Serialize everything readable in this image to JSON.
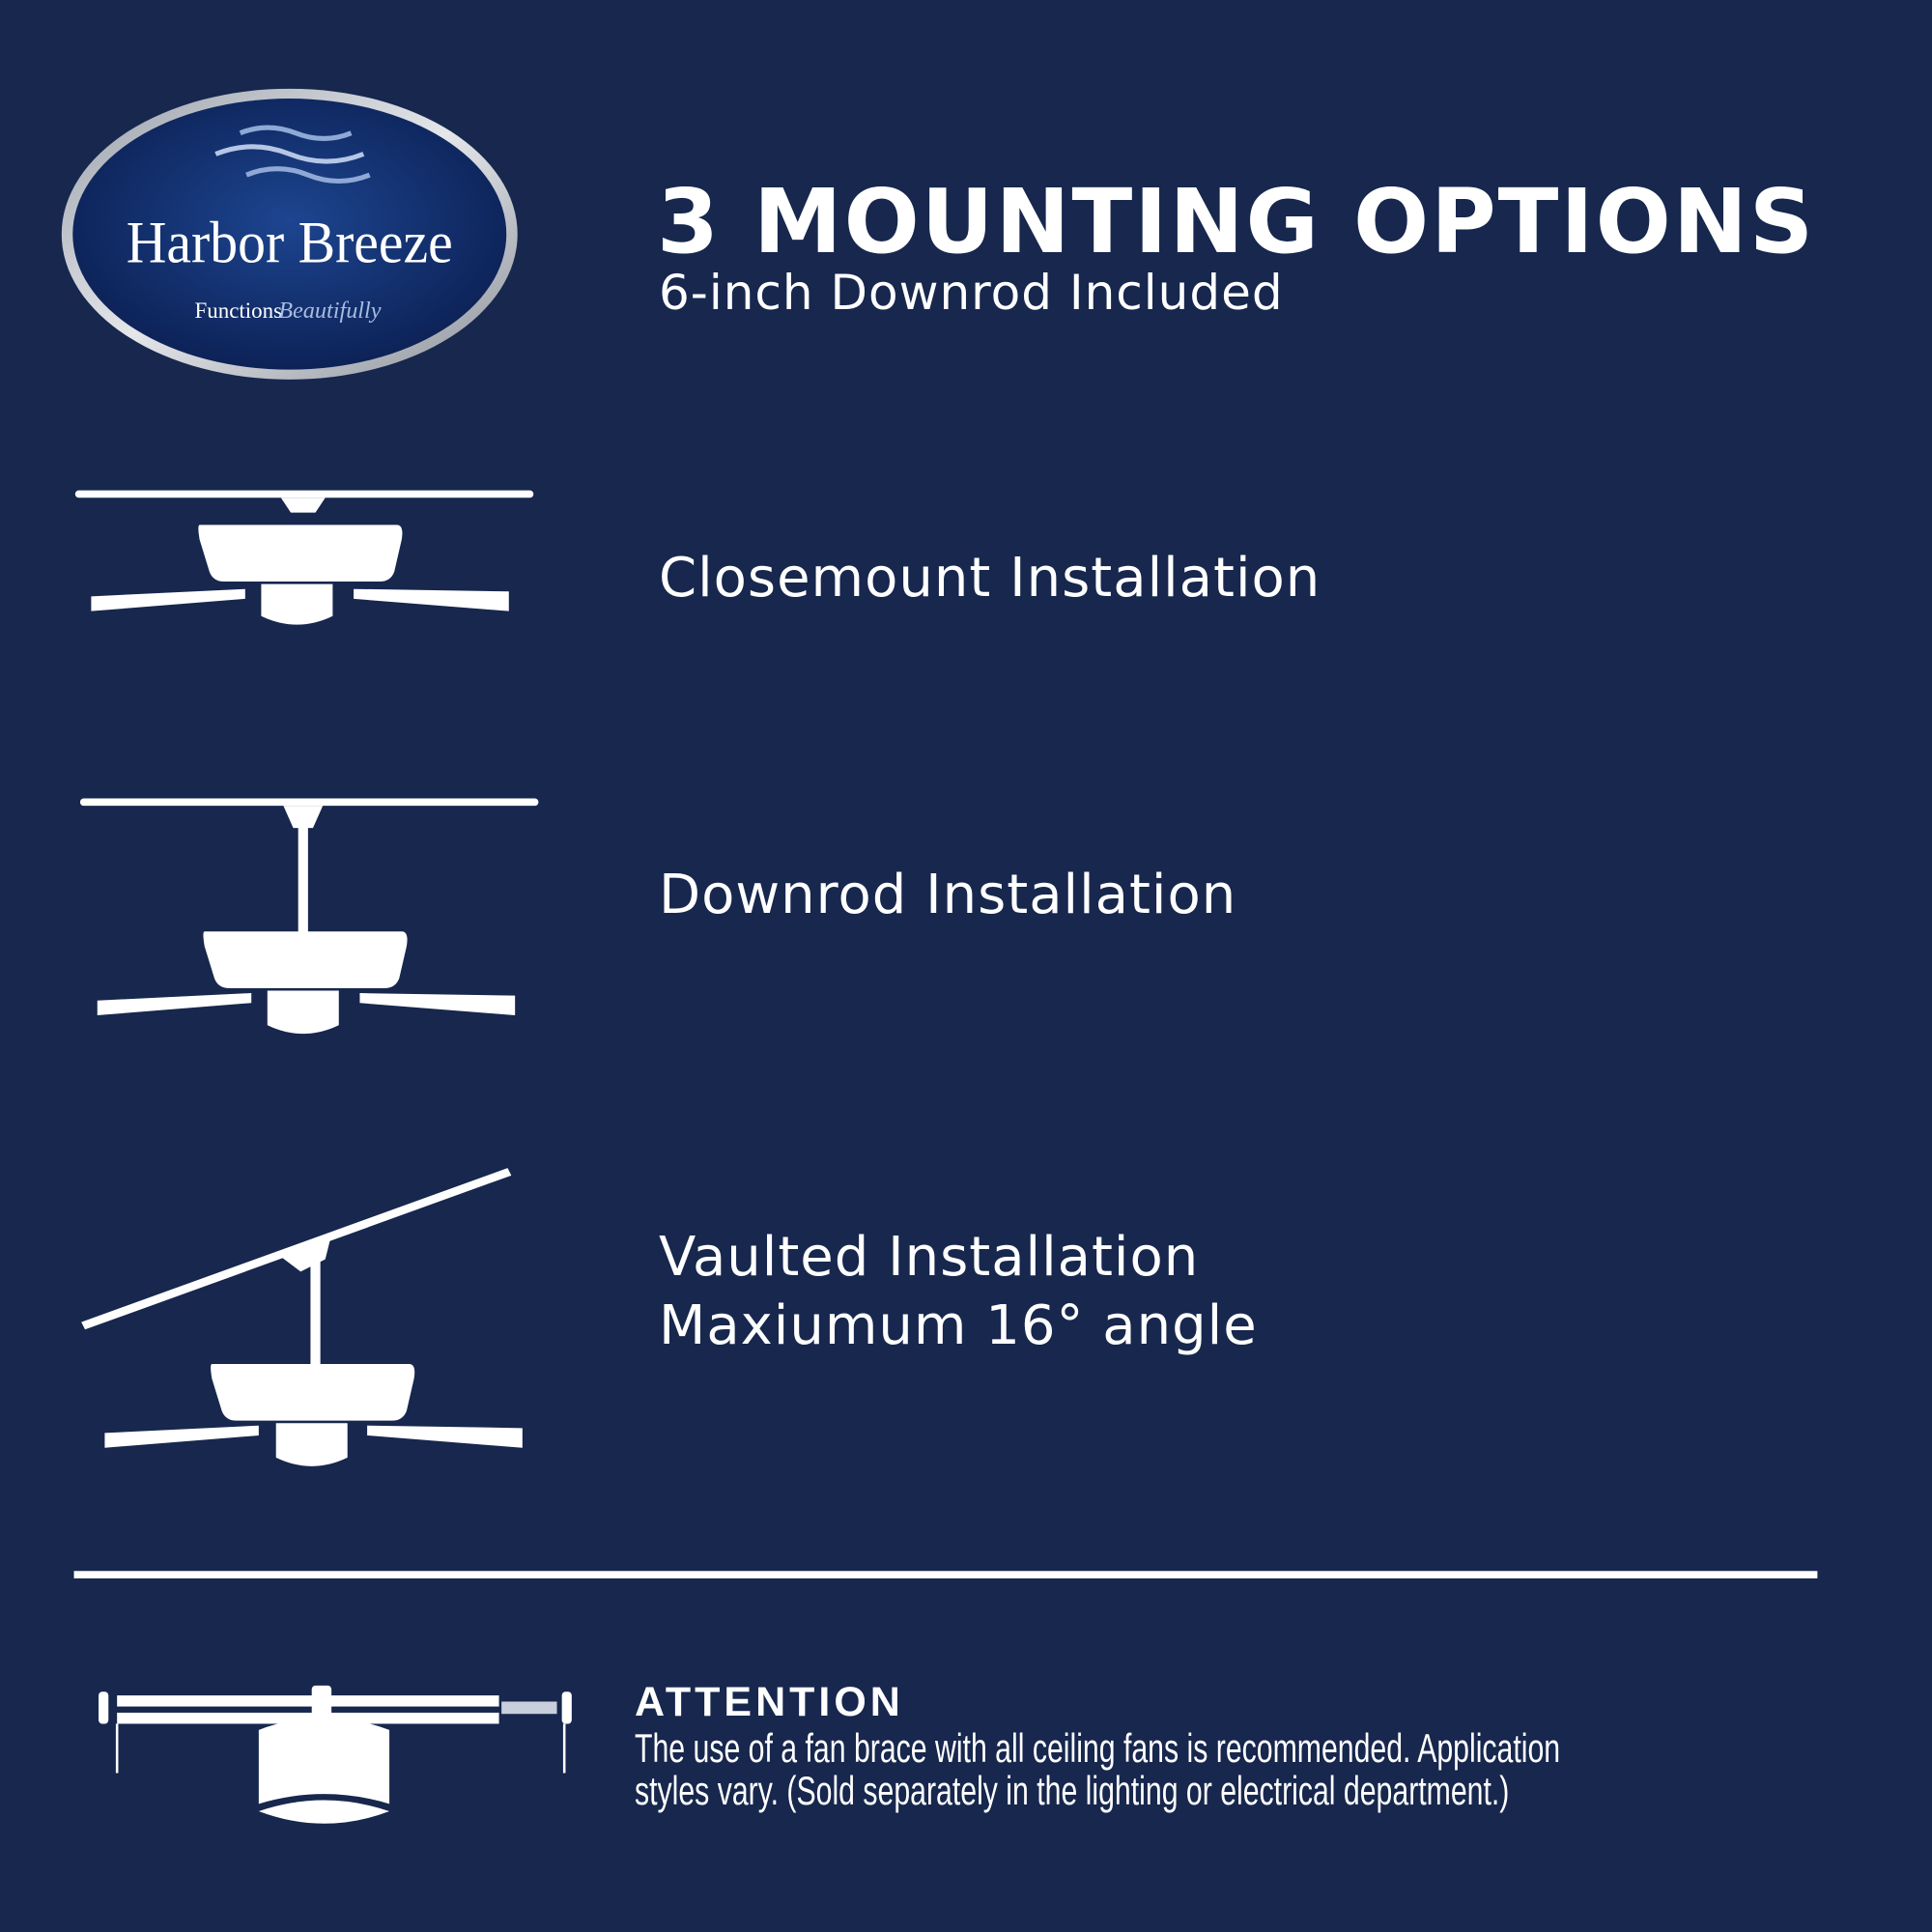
{
  "logo": {
    "brand": "Harbor Breeze",
    "tagline_1": "Functions",
    "tagline_2": "Beautifully"
  },
  "header": {
    "title": "3 MOUNTING OPTIONS",
    "subtitle": "6-inch Downrod Included"
  },
  "options": [
    {
      "label": "Closemount Installation",
      "icon": "closemount-fan-icon"
    },
    {
      "label": "Downrod Installation",
      "icon": "downrod-fan-icon"
    },
    {
      "label": "Vaulted Installation",
      "label_2": "Maxiumum 16° angle",
      "icon": "vaulted-fan-icon"
    }
  ],
  "attention": {
    "heading": "ATTENTION",
    "line_1": "The use of a fan brace with all ceiling fans is recommended. Application",
    "line_2": "styles vary. (Sold separately in the lighting or electrical department.)",
    "icon": "fan-brace-icon"
  },
  "colors": {
    "background": "#17274d",
    "foreground": "#ffffff",
    "logo_fill": "#0f2a66"
  }
}
